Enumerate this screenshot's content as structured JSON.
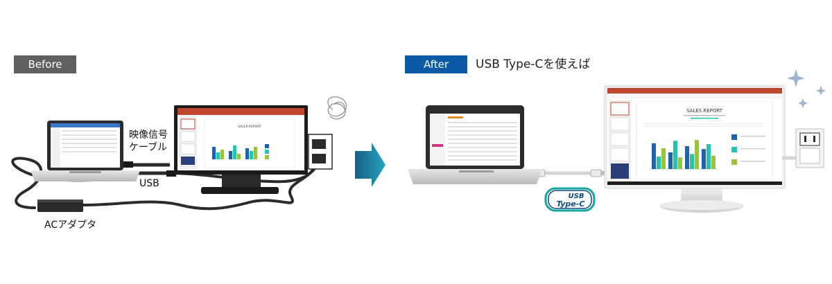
{
  "before": {
    "tag": "Before"
  },
  "after": {
    "tag": "After",
    "caption": "USB Type-Cを使えば"
  },
  "labels": {
    "video_cable": [
      "映像信号",
      "ケーブル"
    ],
    "usb": "USB",
    "ac_adapter": "ACアダプタ"
  },
  "badge": {
    "line1": "USB",
    "line2": "Type-C"
  },
  "screen": {
    "title": "SALES REPORT"
  },
  "chart_data": {
    "type": "bar",
    "title": "SALES REPORT",
    "categories": [
      "",
      "",
      "",
      ""
    ],
    "series": [
      {
        "values": [
          62,
          40,
          55,
          48
        ]
      },
      {
        "values": [
          30,
          68,
          36,
          60
        ]
      },
      {
        "values": [
          50,
          28,
          70,
          32
        ]
      }
    ],
    "ylim": [
      0,
      80
    ]
  },
  "colors": {
    "before_tag": "#606060",
    "after_tag": "#0a5aa6",
    "arrow": "#1a7fa0",
    "bar_blue": "#1f63b0",
    "bar_teal": "#22c4b4",
    "bar_green": "#9ac43c",
    "ppt_accent": "#c0472e"
  },
  "icons": [
    "sparkle-icon",
    "tangled-cable-icon",
    "arrow-right-icon",
    "power-outlet-icon"
  ]
}
